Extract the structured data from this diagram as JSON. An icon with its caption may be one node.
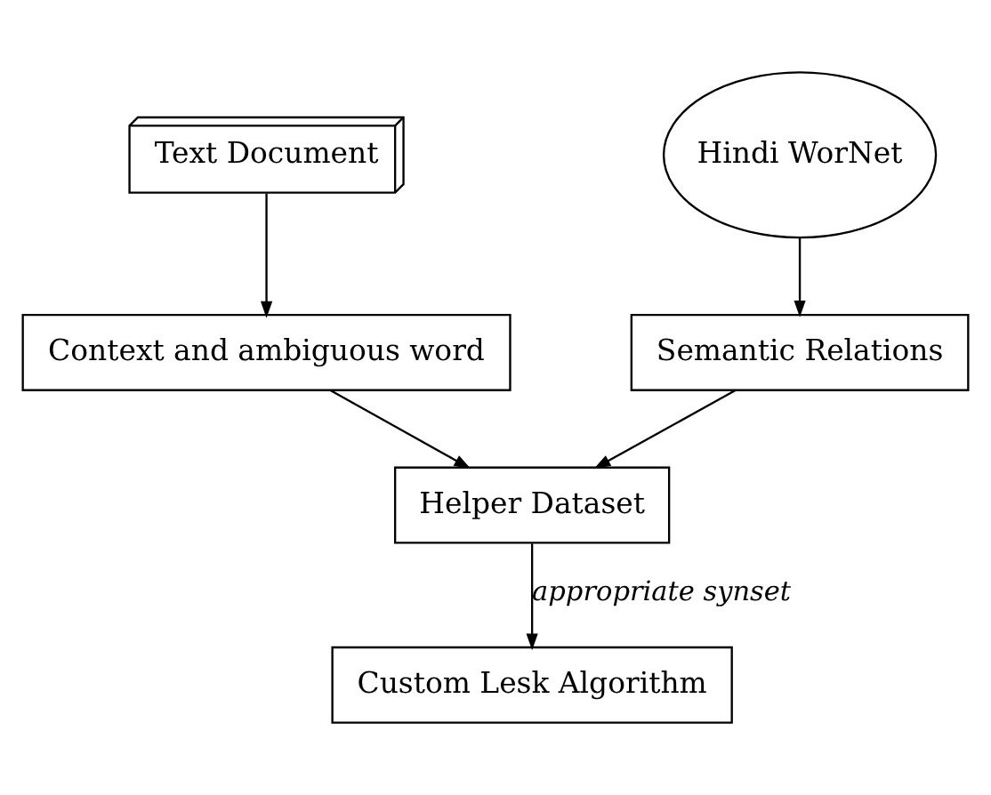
{
  "diagram": {
    "nodes": [
      {
        "text": [
          "Text Document"
        ]
      },
      {
        "text": [
          "Hindi WorNet"
        ]
      },
      {
        "text": [
          "Context and ambiguous word"
        ]
      },
      {
        "text": [
          "Semantic Relations"
        ]
      },
      {
        "text": [
          "Helper Dataset"
        ]
      },
      {
        "text": [
          "Custom Lesk Algorithm"
        ]
      }
    ],
    "edges": [
      {
        "from": 0,
        "to": 2,
        "arrow": "to"
      },
      {
        "from": 1,
        "to": 3,
        "arrow": "to"
      },
      {
        "from": 2,
        "to": 4,
        "arrow": "to"
      },
      {
        "from": 3,
        "to": 4,
        "arrow": "to"
      },
      {
        "from": 4,
        "to": 5,
        "arrow": "to",
        "label": "appropriate synset"
      }
    ]
  }
}
